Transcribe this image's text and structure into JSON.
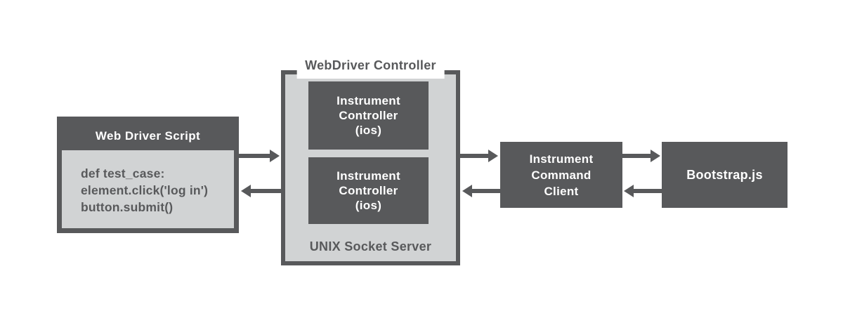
{
  "colors": {
    "dark": "#58595b",
    "light": "#d1d3d4",
    "background": "#ffffff"
  },
  "script_box": {
    "title": "Web Driver Script",
    "code_lines": [
      "def test_case:",
      "element.click('log in')",
      "button.submit()"
    ]
  },
  "controller": {
    "title": "WebDriver Controller",
    "instrument_boxes": [
      {
        "lines": [
          "Instrument",
          "Controller",
          "(ios)"
        ]
      },
      {
        "lines": [
          "Instrument",
          "Controller",
          "(ios)"
        ]
      }
    ],
    "footer": "UNIX Socket Server"
  },
  "command_client": {
    "lines": [
      "Instrument",
      "Command",
      "Client"
    ]
  },
  "bootstrap": {
    "label": "Bootstrap.js"
  }
}
